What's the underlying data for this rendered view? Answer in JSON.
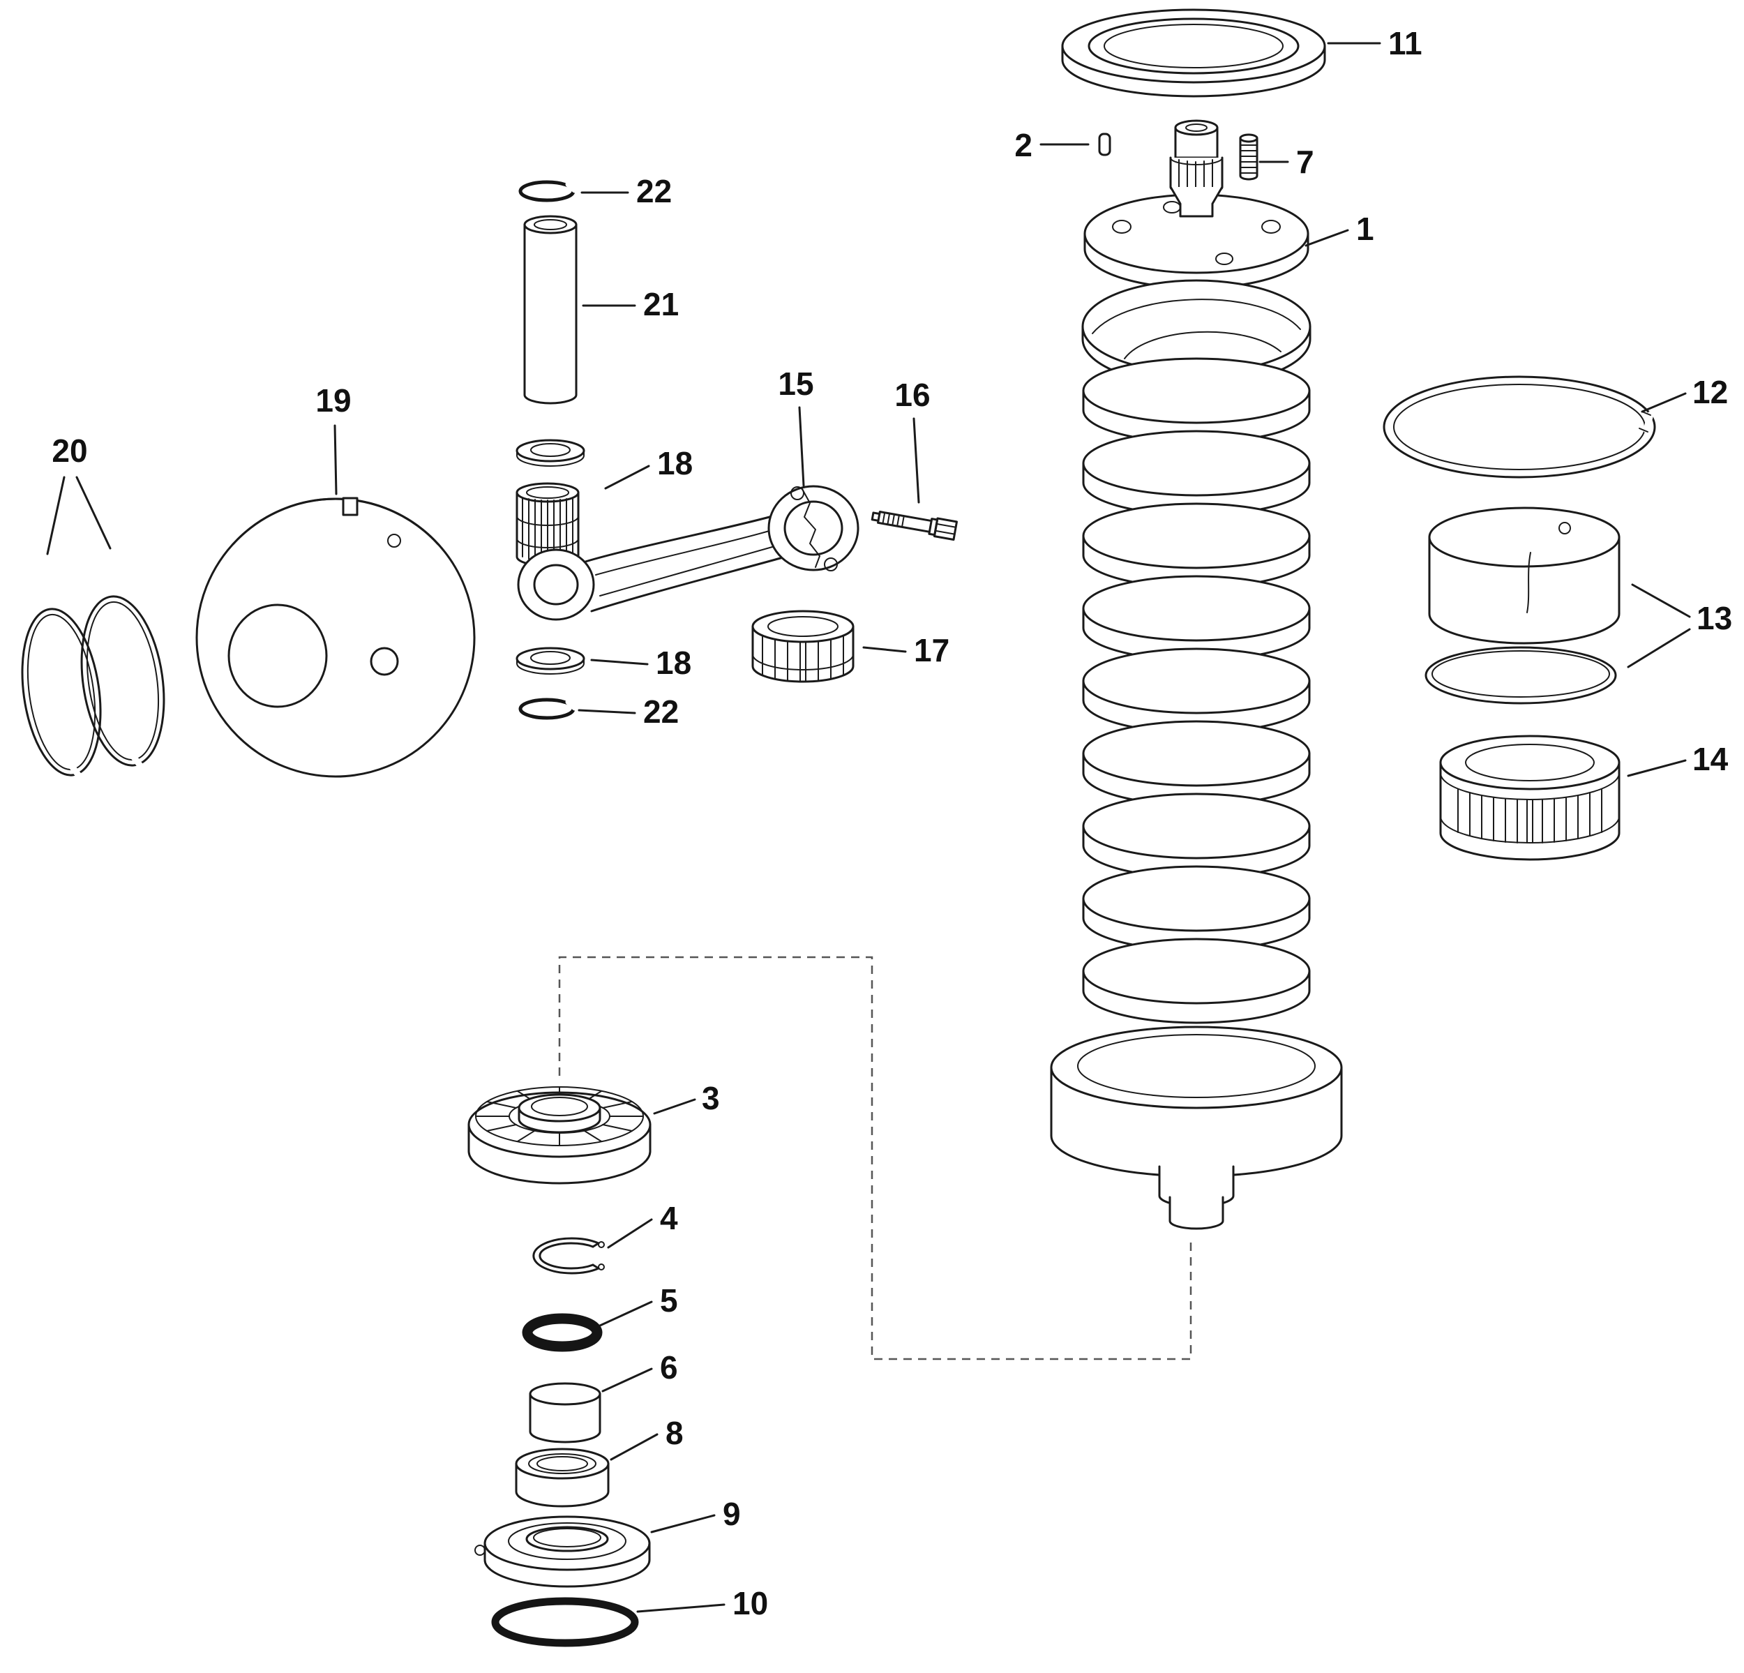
{
  "diagram": {
    "background": "#ffffff",
    "line_color": "#1a1a1a",
    "callouts": {
      "c1": "1",
      "c2": "2",
      "c3": "3",
      "c4": "4",
      "c5": "5",
      "c6": "6",
      "c7": "7",
      "c8": "8",
      "c9": "9",
      "c10": "10",
      "c11": "11",
      "c12": "12",
      "c13": "13",
      "c14": "14",
      "c15": "15",
      "c16": "16",
      "c17": "17",
      "c18a": "18",
      "c18b": "18",
      "c19": "19",
      "c20": "20",
      "c21": "21",
      "c22a": "22",
      "c22b": "22"
    }
  }
}
